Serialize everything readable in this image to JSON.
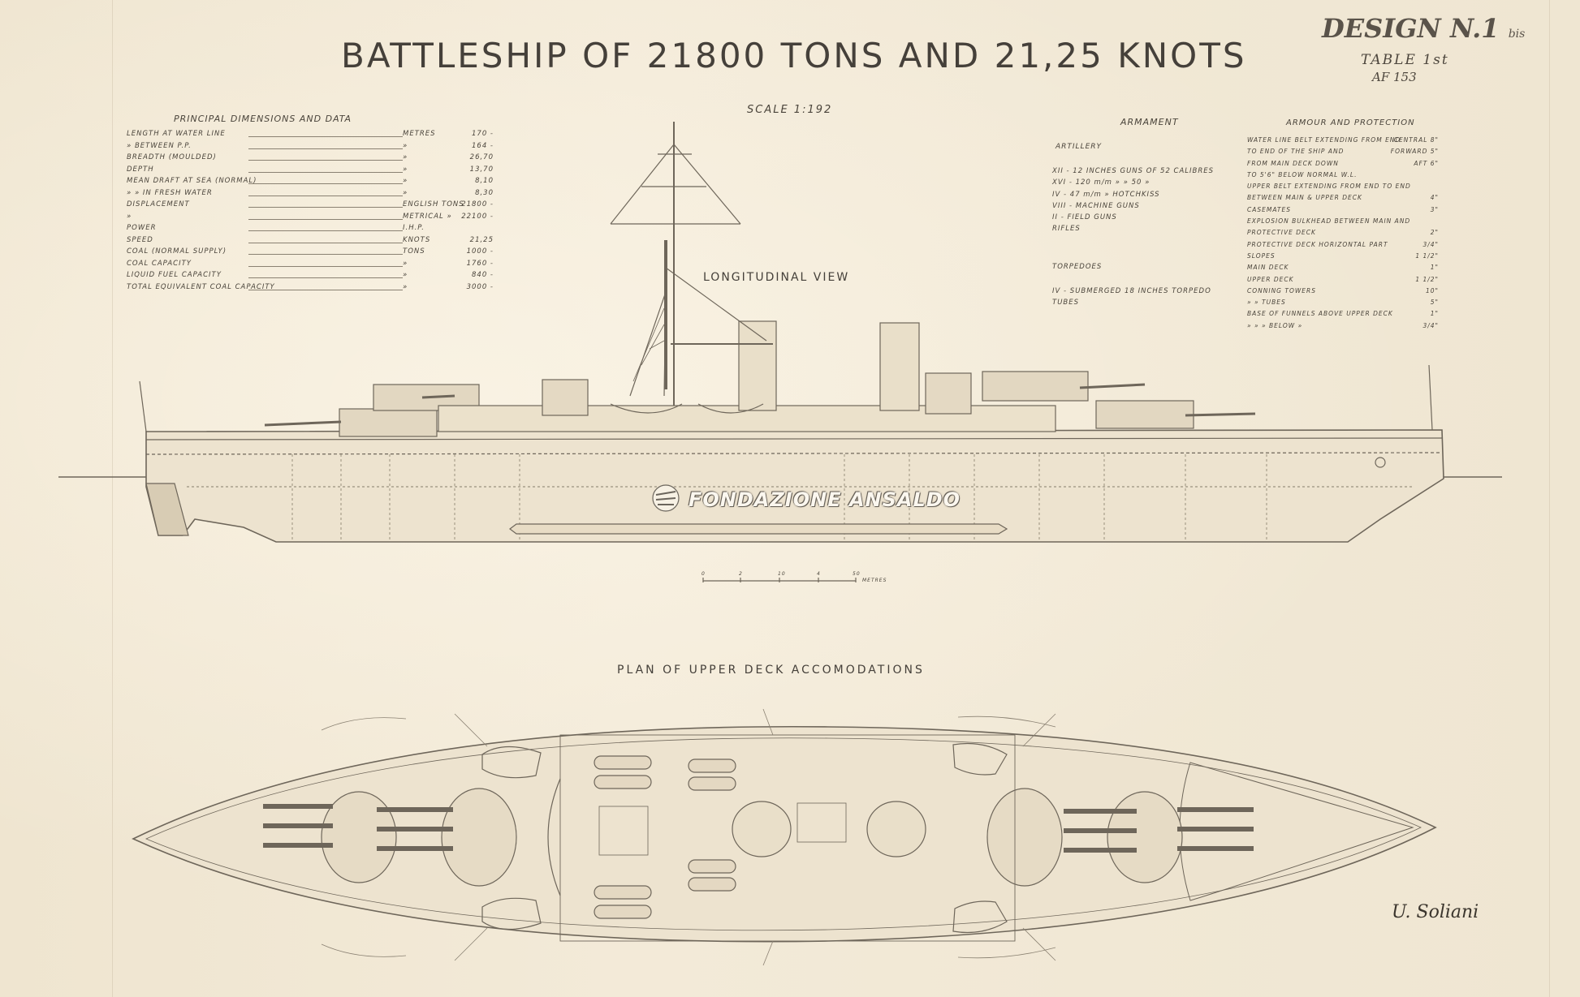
{
  "title": "BATTLESHIP OF 21800 TONS AND 21,25 KNOTS",
  "design": {
    "label": "DESIGN N.1",
    "suffix": "bis"
  },
  "table": {
    "label": "TABLE 1st",
    "code": "AF 153"
  },
  "scale": "SCALE 1:192",
  "principal_dimensions": {
    "heading": "PRINCIPAL DIMENSIONS AND DATA",
    "rows": [
      {
        "label": "LENGTH AT WATER LINE",
        "unit": "METRES",
        "value": "170 -"
      },
      {
        "label": "  »  BETWEEN P.P.",
        "unit": "»",
        "value": "164 -"
      },
      {
        "label": "BREADTH (MOULDED)",
        "unit": "»",
        "value": "26,70"
      },
      {
        "label": "DEPTH",
        "unit": "»",
        "value": "13,70"
      },
      {
        "label": "MEAN DRAFT AT SEA (NORMAL)",
        "unit": "»",
        "value": "8,10"
      },
      {
        "label": "  »   »   IN FRESH WATER",
        "unit": "»",
        "value": "8,30"
      },
      {
        "label": "DISPLACEMENT",
        "unit": "ENGLISH TONS",
        "value": "21800 -"
      },
      {
        "label": "  »",
        "unit": "METRICAL »",
        "value": "22100 -"
      },
      {
        "label": "POWER",
        "unit": "I.H.P.",
        "value": ""
      },
      {
        "label": "SPEED",
        "unit": "KNOTS",
        "value": "21,25"
      },
      {
        "label": "COAL (NORMAL SUPPLY)",
        "unit": "TONS",
        "value": "1000 -"
      },
      {
        "label": "COAL CAPACITY",
        "unit": "»",
        "value": "1760 -"
      },
      {
        "label": "LIQUID FUEL CAPACITY",
        "unit": "»",
        "value": "840 -"
      },
      {
        "label": "TOTAL EQUIVALENT COAL CAPACITY",
        "unit": "»",
        "value": "3000 -"
      }
    ]
  },
  "armament": {
    "heading": "ARMAMENT",
    "artillery_heading": "ARTILLERY",
    "artillery": [
      "XII - 12 INCHES GUNS OF 52 CALIBRES",
      "XVI - 120 m/m   »   »  50   »",
      "IV - 47 m/m   »   HOTCHKISS",
      "VIII - MACHINE GUNS",
      "II - FIELD GUNS",
      "     RIFLES"
    ],
    "torpedoes_heading": "TORPEDOES",
    "torpedoes": [
      "IV - SUBMERGED 18 INCHES TORPEDO",
      "     TUBES"
    ]
  },
  "armour": {
    "heading": "ARMOUR AND PROTECTION",
    "rows": [
      {
        "label": "WATER LINE BELT EXTENDING FROM END",
        "value": "CENTRAL 8\""
      },
      {
        "label": "   TO END OF THE SHIP AND",
        "value": "FORWARD 5\""
      },
      {
        "label": "   FROM MAIN DECK DOWN",
        "value": "AFT 6\""
      },
      {
        "label": "   TO 5'6\" BELOW NORMAL W.L.",
        "value": ""
      },
      {
        "label": "UPPER BELT EXTENDING FROM END TO END",
        "value": ""
      },
      {
        "label": "   BETWEEN MAIN & UPPER DECK",
        "value": "4\""
      },
      {
        "label": "CASEMATES",
        "value": "3\""
      },
      {
        "label": "EXPLOSION BULKHEAD BETWEEN MAIN AND",
        "value": ""
      },
      {
        "label": "   PROTECTIVE DECK",
        "value": "2\""
      },
      {
        "label": "PROTECTIVE DECK  HORIZONTAL PART",
        "value": "3/4\""
      },
      {
        "label": "   SLOPES",
        "value": "1 1/2\""
      },
      {
        "label": "MAIN DECK",
        "value": "1\""
      },
      {
        "label": "UPPER DECK",
        "value": "1 1/2\""
      },
      {
        "label": "CONNING TOWERS",
        "value": "10\""
      },
      {
        "label": "   »   »   TUBES",
        "value": "5\""
      },
      {
        "label": "BASE OF FUNNELS ABOVE UPPER DECK",
        "value": "1\""
      },
      {
        "label": "   »  »  »  BELOW  »",
        "value": "3/4\""
      }
    ]
  },
  "views": {
    "longitudinal": "LONGITUDINAL VIEW",
    "plan": "PLAN OF UPPER DECK ACCOMODATIONS"
  },
  "scale_bar": {
    "ticks": [
      "0",
      "2",
      "10",
      "4",
      "50"
    ],
    "unit": "METRES"
  },
  "watermark": "FONDAZIONE ANSALDO",
  "signature": "U. Soliani",
  "colors": {
    "paper": "#f1e8d6",
    "ink": "#45403a",
    "line": "#6e665a"
  }
}
